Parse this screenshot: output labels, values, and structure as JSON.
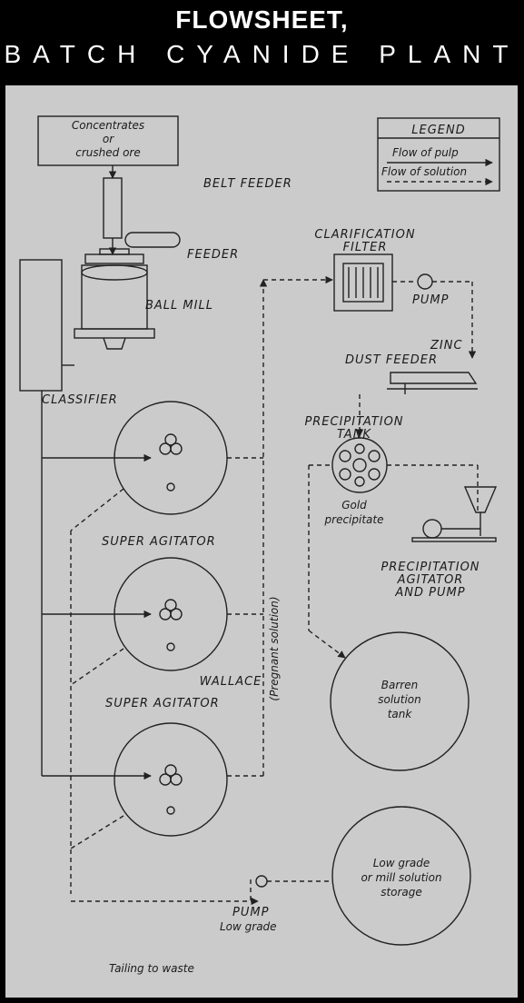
{
  "header": {
    "title": "FLOWSHEET,",
    "subtitle": "BATCH CYANIDE PLANT"
  },
  "legend": {
    "heading": "LEGEND",
    "pulp": "Flow of pulp",
    "solution": "Flow of solution"
  },
  "labels": {
    "feed_line1": "Concentrates",
    "feed_line2": "or",
    "feed_line3": "crushed ore",
    "belt_feeder": "BELT FEEDER",
    "lime_feeder": "FEEDER",
    "ball_mill": "BALL MILL",
    "classifier": "CLASSIFIER",
    "clarification_line1": "CLARIFICATION",
    "clarification_line2": "FILTER",
    "pump_top": "PUMP",
    "zinc": "ZINC",
    "dust_feeder": "DUST FEEDER",
    "precip_tank_line1": "PRECIPITATION",
    "precip_tank_line2": "TANK",
    "gold_line1": "Gold",
    "gold_line2": "precipitate",
    "super_agitator": "SUPER AGITATOR",
    "precip_agitator_line1": "PRECIPITATION",
    "precip_agitator_line2": "AGITATOR",
    "precip_agitator_line3": "AND PUMP",
    "pregnant_solution": "(Pregnant solution)",
    "barren_line1": "Barren",
    "barren_line2": "solution",
    "barren_line3": "tank",
    "wallace": "WALLACE",
    "super_agitator_2": "SUPER AGITATOR",
    "lowgrade_line1": "Low grade",
    "lowgrade_line2": "or mill solution",
    "lowgrade_line3": "storage",
    "pump_bottom": "PUMP",
    "low_grade": "Low grade",
    "tailing": "Tailing to waste"
  }
}
